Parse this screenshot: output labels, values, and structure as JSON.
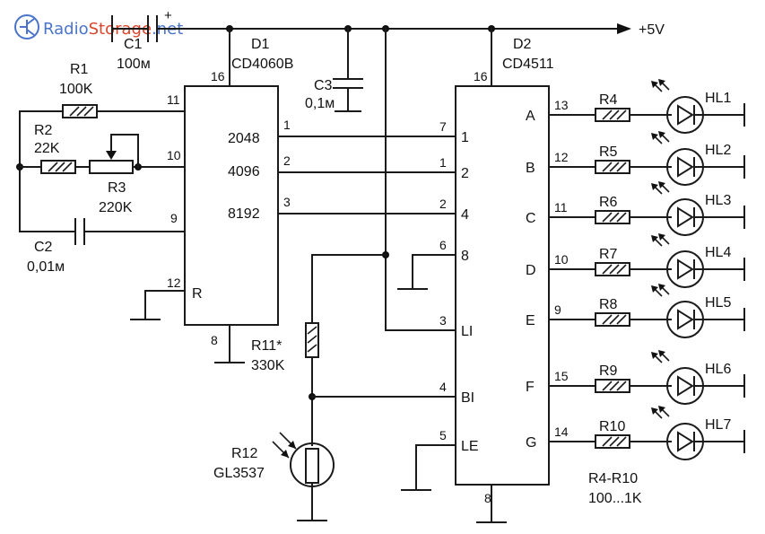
{
  "watermark": {
    "part1": "Radio",
    "part2": "Storage",
    "part3": ".net",
    "color1": "#4a74c9",
    "color2": "#d9462b"
  },
  "supply": "+5V",
  "chips": {
    "d1": {
      "ref": "D1",
      "part": "CD4060B",
      "pin_vdd": "16",
      "pin_vss": "8",
      "pin_11": "11",
      "pin_10": "10",
      "pin_9": "9",
      "pin_12": "12",
      "label_r": "R",
      "outputs": [
        "2048",
        "4096",
        "8192"
      ],
      "out_pins": [
        "1",
        "2",
        "3"
      ]
    },
    "d2": {
      "ref": "D2",
      "part": "CD4511",
      "pin_vdd": "16",
      "pin_vss": "8",
      "in_labels": [
        "1",
        "2",
        "4",
        "8",
        "LI",
        "BI",
        "LE"
      ],
      "in_pins": [
        "7",
        "1",
        "2",
        "6",
        "3",
        "4",
        "5"
      ],
      "seg_labels": [
        "A",
        "B",
        "C",
        "D",
        "E",
        "F",
        "G"
      ],
      "seg_pins": [
        "13",
        "12",
        "11",
        "10",
        "9",
        "15",
        "14"
      ]
    }
  },
  "components": {
    "c1": {
      "ref": "C1",
      "value": "100м"
    },
    "c2": {
      "ref": "C2",
      "value": "0,01м"
    },
    "c3": {
      "ref": "C3",
      "value": "0,1м"
    },
    "r1": {
      "ref": "R1",
      "value": "100K"
    },
    "r2": {
      "ref": "R2",
      "value": "22K"
    },
    "r3": {
      "ref": "R3",
      "value": "220K"
    },
    "r11": {
      "ref": "R11*",
      "value": "330K"
    },
    "r12": {
      "ref": "R12",
      "value": "GL3537"
    }
  },
  "seg_resistors": [
    "R4",
    "R5",
    "R6",
    "R7",
    "R8",
    "R9",
    "R10"
  ],
  "leds": [
    "HL1",
    "HL2",
    "HL3",
    "HL4",
    "HL5",
    "HL6",
    "HL7"
  ],
  "note": {
    "ref": "R4-R10",
    "value": "100...1K"
  }
}
